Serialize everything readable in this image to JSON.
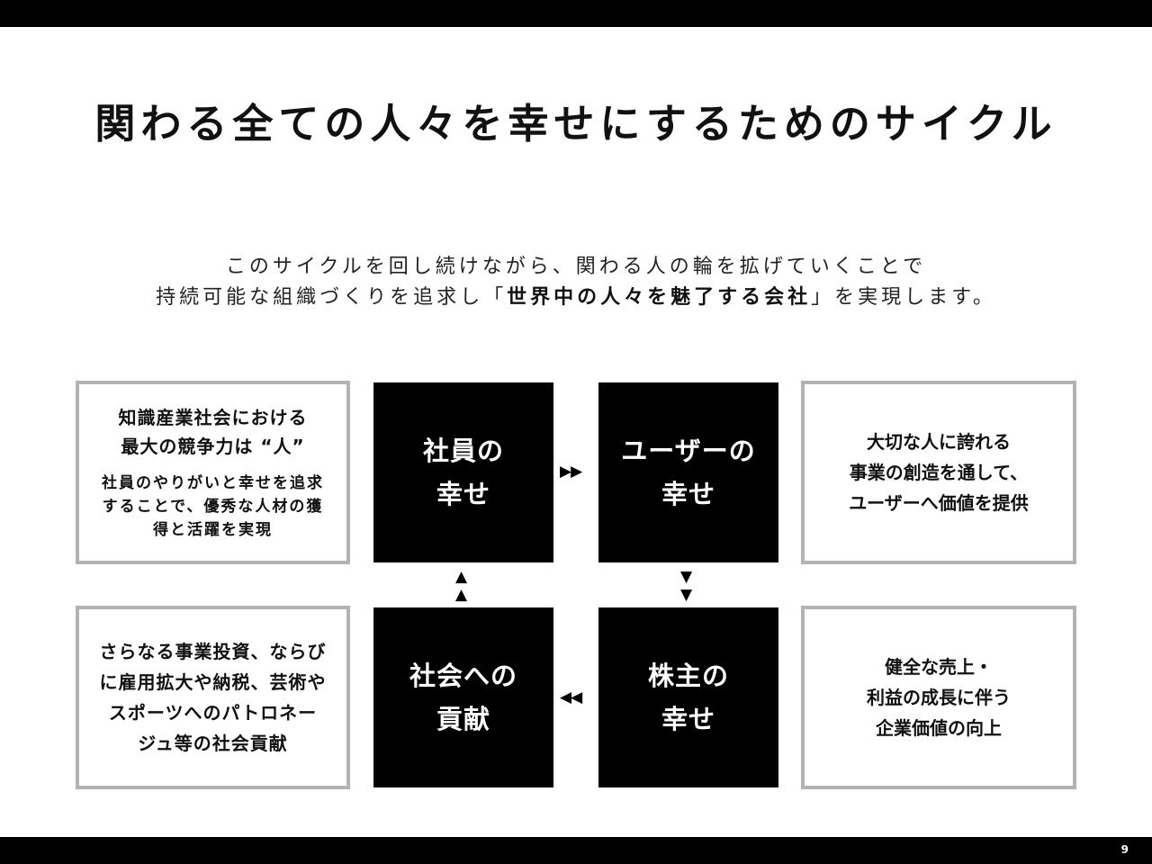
{
  "header": {
    "title": "関わる全ての人々を幸せにするためのサイクル"
  },
  "lead": {
    "line1": "このサイクルを回し続けながら、関わる人の輪を拡げていくことで",
    "line2_prefix": "持続可能な組織づくりを追求し「",
    "line2_bold": "世界中の人々を魅了する会社",
    "line2_suffix": "」を実現します。"
  },
  "cycle": {
    "employee": [
      "社員の",
      "幸せ"
    ],
    "user": [
      "ユーザーの",
      "幸せ"
    ],
    "shareholder": [
      "株主の",
      "幸せ"
    ],
    "society": [
      "社会への",
      "貢献"
    ]
  },
  "notes": {
    "employee": {
      "main": [
        "知識産業社会における",
        "最大の競争力は “人”"
      ],
      "sub": [
        "社員のやりがいと幸せを追求",
        "することで、優秀な人材の獲",
        "得と活躍を実現"
      ]
    },
    "user": [
      "大切な人に誇れる",
      "事業の創造を通して、",
      "ユーザーへ価値を提供"
    ],
    "society": [
      "さらなる事業投資、ならび",
      "に雇用拡大や納税、芸術や",
      "スポーツへのパトロネー",
      "ジュ等の社会貢献"
    ],
    "shareholder": [
      "健全な売上・",
      "利益の成長に伴う",
      "企業価値の向上"
    ]
  },
  "arrows": {
    "right": "▶▶",
    "down_top": "▼",
    "down_bottom": "▼",
    "left": "◀◀",
    "up_top": "▲",
    "up_bottom": "▲"
  },
  "footer": {
    "page_number": "9"
  }
}
